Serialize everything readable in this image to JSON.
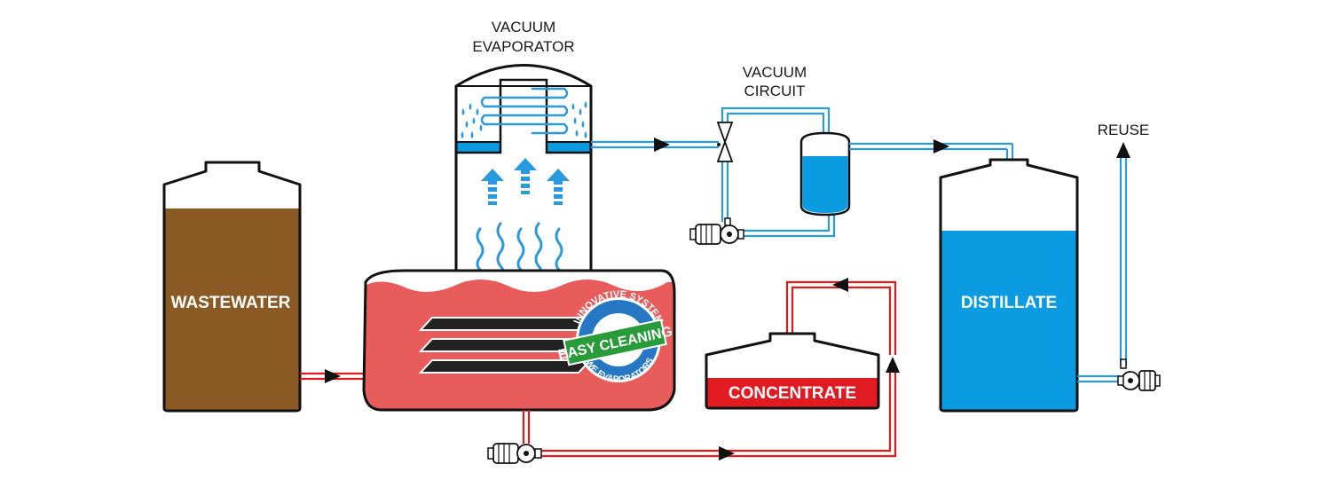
{
  "labels": {
    "vacuum_evaporator_line1": "VACUUM",
    "vacuum_evaporator_line2": "EVAPORATOR",
    "vacuum_circuit_line1": "VACUUM",
    "vacuum_circuit_line2": "CIRCUIT",
    "reuse": "REUSE",
    "wastewater": "WASTEWATER",
    "distillate": "DISTILLATE",
    "concentrate": "CONCENTRATE"
  },
  "badge": {
    "top_text": "INNOVATIVE SYSTEM",
    "banner_text": "EASY CLEANING",
    "bottom_text": "IWE EVAPORATORS"
  },
  "colors": {
    "wastewater": "#8b5a24",
    "hot_liquid": "#e85c5c",
    "distillate": "#0a9be0",
    "steam_arrow": "#2a9ae0",
    "pipe_blue": "#2a9ae0",
    "pipe_red": "#e01b1b",
    "concentrate": "#e21b22",
    "badge_green": "#2a9b3b",
    "badge_blue": "#2778c4",
    "outline": "#111111"
  }
}
